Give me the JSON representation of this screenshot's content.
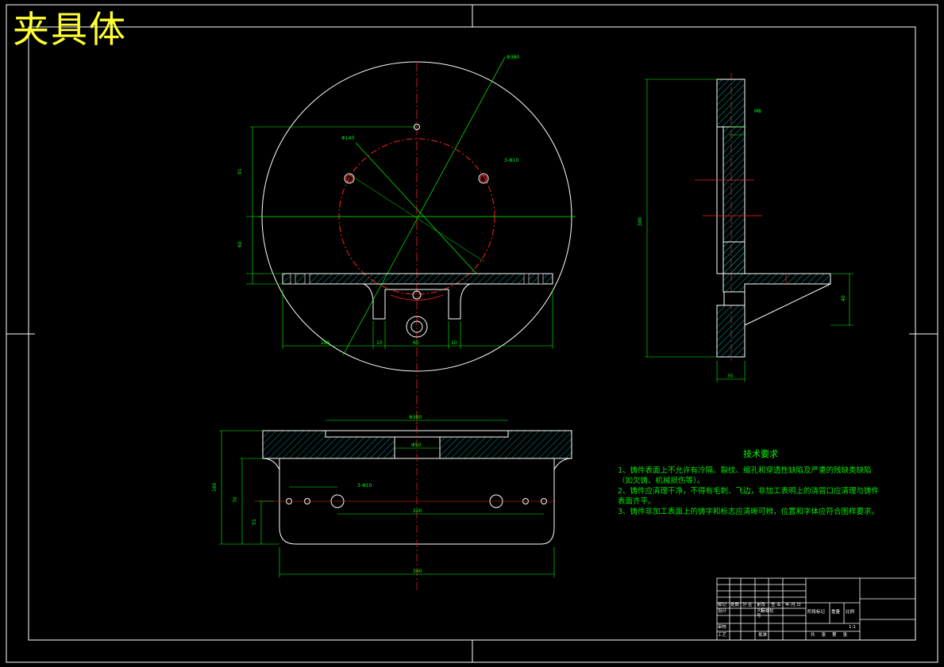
{
  "drawing": {
    "title": "夹具体",
    "colors": {
      "background": "#000000",
      "outline": "#ffffff",
      "dimension": "#00ff00",
      "centerline": "#ff2020",
      "title": "#ffff33"
    }
  },
  "technical_requirements": {
    "heading": "技术要求",
    "lines": [
      "1、铸件表面上不允许有冷隔、裂纹、缩孔和穿透性缺陷及严重的残缺类缺陷",
      "（如欠铸、机械损伤等）。",
      "2、铸件应清理干净，不得有毛刺、飞边，非加工表明上的浇冒口应清理与铸件",
      "表面齐平。",
      "3、铸件非加工表面上的铸字和标志应清晰可辨，位置和字体应符合图样要求。"
    ]
  },
  "title_block": {
    "row_labels": [
      "标记",
      "处数",
      "分 区",
      "更改文件号",
      "签 名",
      "年.月.日"
    ],
    "design": "设计",
    "std": "标准化",
    "review": "审核",
    "process": "工艺",
    "approve": "批准",
    "stage_labels": [
      "阶段标记",
      "重量",
      "比例"
    ],
    "scale": "1:1",
    "sheet": [
      "共",
      "张",
      "第",
      "张"
    ]
  }
}
